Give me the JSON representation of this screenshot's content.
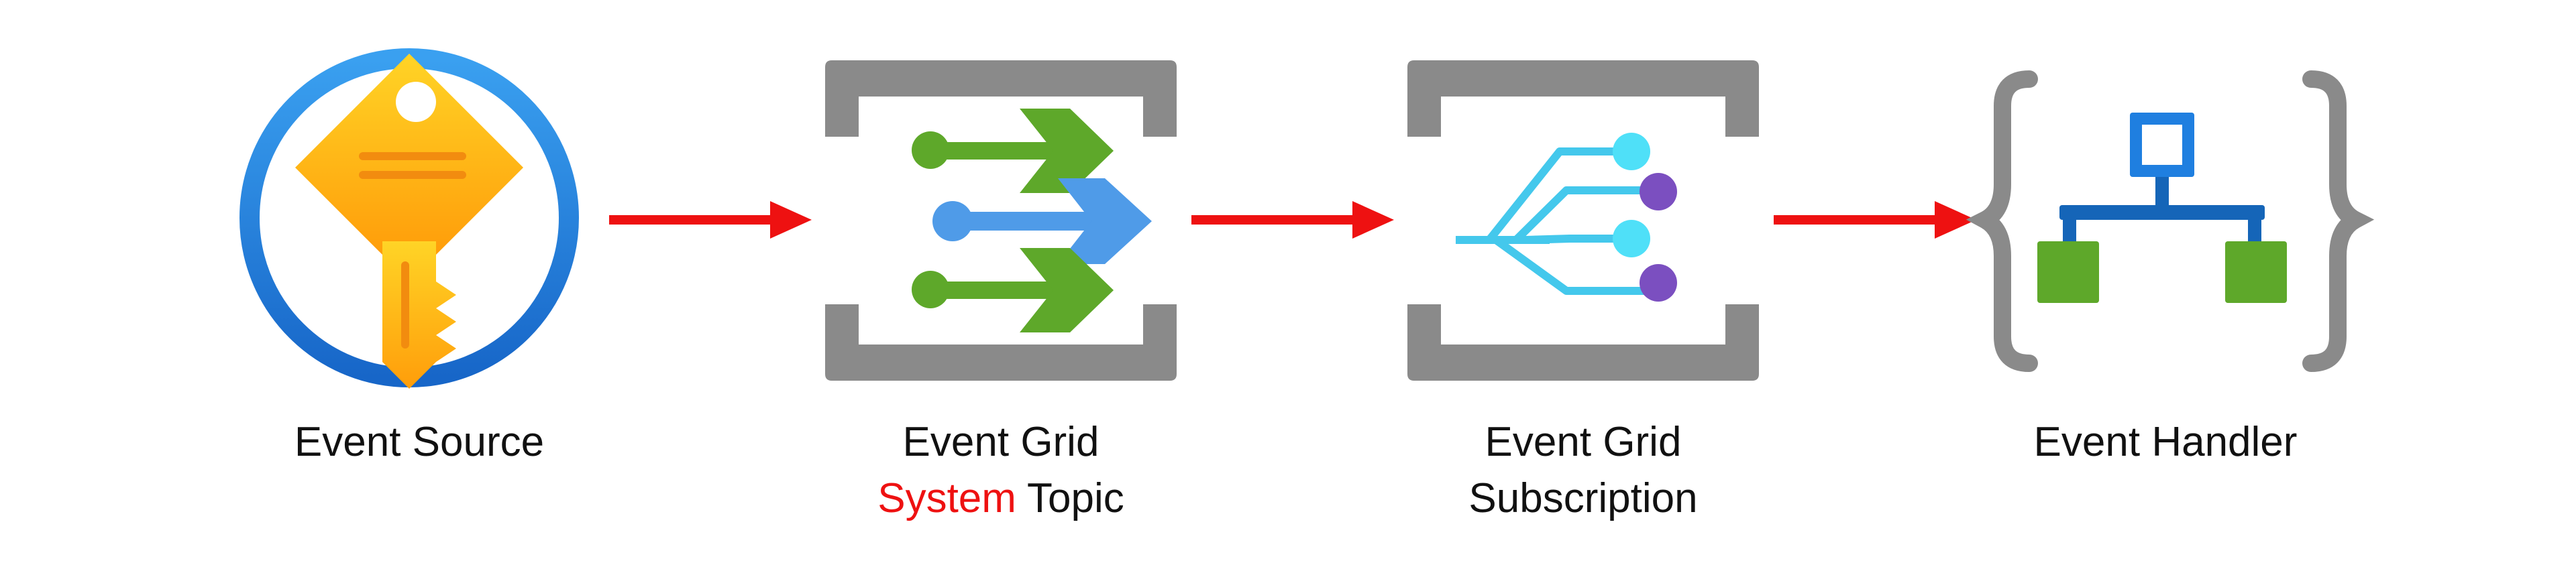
{
  "nodes": [
    {
      "id": "event-source",
      "icon": "key-vault-icon",
      "lines": [
        "Event Source"
      ]
    },
    {
      "id": "event-grid-system-topic",
      "icon": "event-grid-topic-icon",
      "line1": "Event Grid",
      "line2_accent": "System",
      "line2_rest": " Topic"
    },
    {
      "id": "event-grid-subscription",
      "icon": "event-grid-subscription-icon",
      "lines": [
        "Event Grid",
        "Subscription"
      ]
    },
    {
      "id": "event-handler",
      "icon": "event-handler-icon",
      "lines": [
        "Event Handler"
      ]
    }
  ],
  "colors": {
    "arrow": "#ee1111",
    "accent_text": "#ee1111",
    "bracket": "#8a8a8a",
    "key": "#ffc21a",
    "ring": "#1f7fe0",
    "green": "#5ea82a",
    "blue": "#4f9be8",
    "cyan": "#44c8ec",
    "purple": "#7b4fc0"
  }
}
